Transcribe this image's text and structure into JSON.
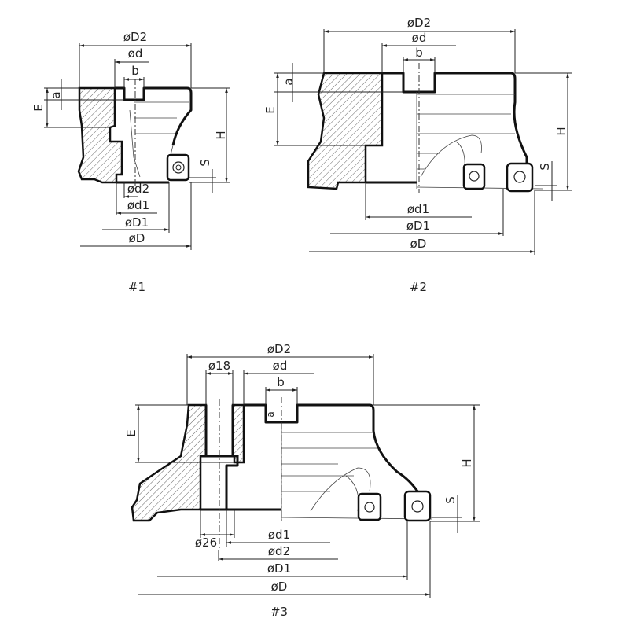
{
  "figures": [
    {
      "caption": "#1",
      "labels": {
        "D2": "øD2",
        "d": "ød",
        "b": "b",
        "a": "a",
        "E": "E",
        "H": "H",
        "S": "S",
        "d2": "ød2",
        "d1": "ød1",
        "D1": "øD1",
        "D": "øD"
      }
    },
    {
      "caption": "#2",
      "labels": {
        "D2": "øD2",
        "d": "ød",
        "b": "b",
        "a": "a",
        "E": "E",
        "H": "H",
        "S": "S",
        "d1": "ød1",
        "D1": "øD1",
        "D": "øD"
      }
    },
    {
      "caption": "#3",
      "labels": {
        "D2": "øD2",
        "d18": "ø18",
        "d": "ød",
        "b": "b",
        "a": "a",
        "E": "E",
        "H": "H",
        "S": "S",
        "d26": "ø26",
        "d1": "ød1",
        "d2": "ød2",
        "D1": "øD1",
        "D": "øD"
      }
    }
  ]
}
